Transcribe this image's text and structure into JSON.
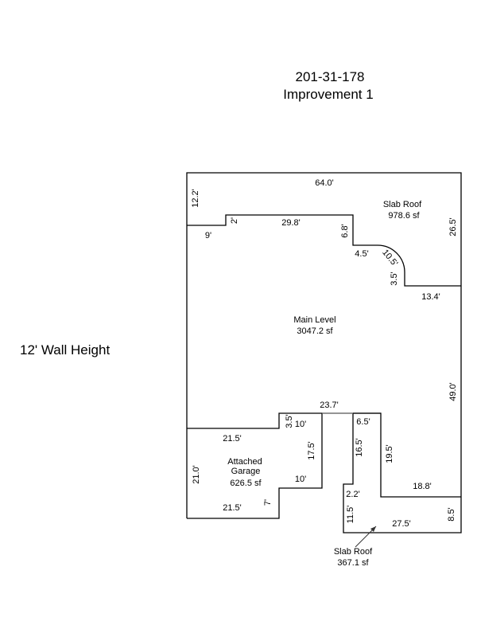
{
  "header": {
    "parcel": "201-31-178",
    "improvement": "Improvement 1"
  },
  "wall_height": "12' Wall Height",
  "areas": {
    "slab_roof_upper": {
      "name": "Slab Roof",
      "area": "978.6 sf"
    },
    "main_level": {
      "name": "Main Level",
      "area": "3047.2 sf"
    },
    "garage": {
      "name1": "Attached",
      "name2": "Garage",
      "area": "626.5 sf"
    },
    "slab_roof_lower": {
      "name": "Slab Roof",
      "area": "367.1 sf"
    }
  },
  "dims": {
    "top": "64.0'",
    "left_upper": "12.2'",
    "d9": "9'",
    "d2": "2'",
    "d29_8": "29.8'",
    "d6_8": "6.8'",
    "d4_5": "4.5'",
    "arc": "10.5'",
    "d3_5a": "3.5'",
    "d13_4": "13.4'",
    "right_upper": "26.5'",
    "right_mid": "49.0'",
    "d23_7": "23.7'",
    "d3_5b": "3.5'",
    "d10a": "10'",
    "d21_5a": "21.5'",
    "d17_5": "17.5'",
    "d21_0": "21.0'",
    "d10b": "10'",
    "d7": "7'",
    "d21_5b": "21.5'",
    "d6_5": "6.5'",
    "d16_5": "16.5'",
    "d19_5": "19.5'",
    "d18_8": "18.8'",
    "d2_2": "2.2'",
    "d11_5": "11.5'",
    "d27_5": "27.5'",
    "d8_5": "8.5'"
  }
}
